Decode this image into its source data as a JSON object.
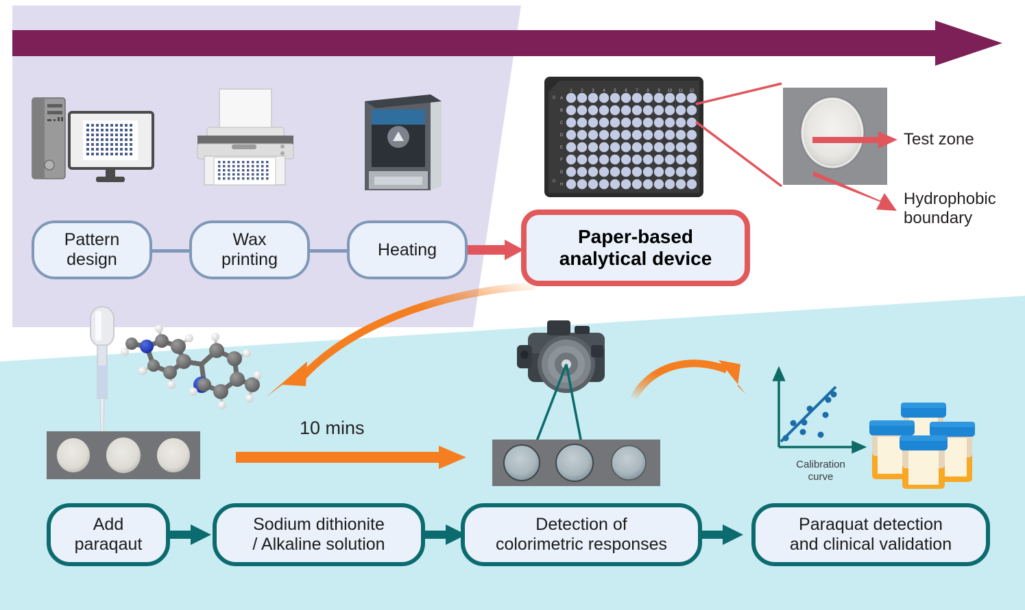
{
  "figure": {
    "title": "Paper-based analytical device workflow for paraquat detection",
    "top_arrow_name": "workflow-direction-arrow"
  },
  "colors": {
    "top_band": "#e0dcef",
    "bottom_band": "#c9ecf2",
    "arrow_purple": "#7d2057",
    "box_blue_border": "#8098b8",
    "box_fill": "#eaf1fa",
    "box_red_border": "#e2595c",
    "box_teal_border": "#0c6b6e",
    "arrow_orange": "#f57f20",
    "arrow_red": "#e0565c",
    "scatter_blue": "#1b6ca8",
    "cup_cap_blue": "#1c86d4",
    "cup_body_orange": "#f9a825"
  },
  "fabrication": {
    "icons": [
      {
        "name": "computer-icon",
        "label": "Computer with pattern design"
      },
      {
        "name": "printer-icon",
        "label": "Wax printer"
      },
      {
        "name": "oven-icon",
        "label": "Heating oven"
      }
    ],
    "steps": [
      {
        "name": "pattern-design",
        "line1": "Pattern",
        "line2": "design"
      },
      {
        "name": "wax-printing",
        "line1": "Wax",
        "line2": "printing"
      },
      {
        "name": "heating",
        "line1": "Heating",
        "line2": ""
      }
    ],
    "device_box": {
      "line1": "Paper-based",
      "line2": "analytical device"
    }
  },
  "plate": {
    "name": "96-well-plate",
    "columns": [
      "1",
      "2",
      "3",
      "4",
      "5",
      "6",
      "7",
      "8",
      "9",
      "10",
      "11",
      "12"
    ],
    "rows": [
      "A",
      "B",
      "C",
      "D",
      "E",
      "F",
      "G",
      "H"
    ],
    "well_count": 96
  },
  "zoom_callouts": {
    "test_zone": "Test zone",
    "hydrophobic_line1": "Hydrophobic",
    "hydrophobic_line2": "boundary"
  },
  "assay": {
    "reaction_time": "10 mins",
    "steps": [
      {
        "name": "add-paraquat",
        "line1": "Add",
        "line2": "paraqaut"
      },
      {
        "name": "sodium-dithionite",
        "line1": "Sodium dithionite",
        "line2": "/ Alkaline solution"
      },
      {
        "name": "detection-colorimetric",
        "line1": "Detection of",
        "line2": "colorimetric responses"
      },
      {
        "name": "paraquat-validation",
        "line1": "Paraquat detection",
        "line2": "and  clinical validation"
      }
    ],
    "icons": [
      {
        "name": "pipette-icon",
        "label": "Dropper pipette"
      },
      {
        "name": "paraquat-molecule-icon",
        "label": "Paraquat molecule ball-and-stick model"
      },
      {
        "name": "camera-icon",
        "label": "DSLR camera"
      },
      {
        "name": "urine-sample-cups-icon",
        "label": "Urine sample cups"
      }
    ],
    "strips": [
      {
        "name": "paper-strip-before",
        "zones": 3,
        "zone_color": "#ddd9d2"
      },
      {
        "name": "paper-strip-after",
        "zones": 3,
        "zone_color": "#a8b6bd"
      }
    ]
  },
  "chart_data": {
    "type": "scatter",
    "title": "Calibration curve",
    "caption_line1": "Calibration",
    "caption_line2": "curve",
    "xlabel": "",
    "ylabel": "",
    "xlim": [
      0,
      10
    ],
    "ylim": [
      0,
      10
    ],
    "grid": false,
    "legend": "none",
    "points": [
      {
        "x": 0.9,
        "y": 1.3
      },
      {
        "x": 1.9,
        "y": 3.4
      },
      {
        "x": 3.2,
        "y": 2.2
      },
      {
        "x": 3.4,
        "y": 3.5
      },
      {
        "x": 4.1,
        "y": 5.5
      },
      {
        "x": 5.6,
        "y": 1.8
      },
      {
        "x": 6.3,
        "y": 4.6
      },
      {
        "x": 6.6,
        "y": 6.6
      },
      {
        "x": 7.4,
        "y": 7.4
      }
    ],
    "trendline": {
      "x0": 0.3,
      "y0": 0.9,
      "x1": 6.9,
      "y1": 8.0
    }
  }
}
